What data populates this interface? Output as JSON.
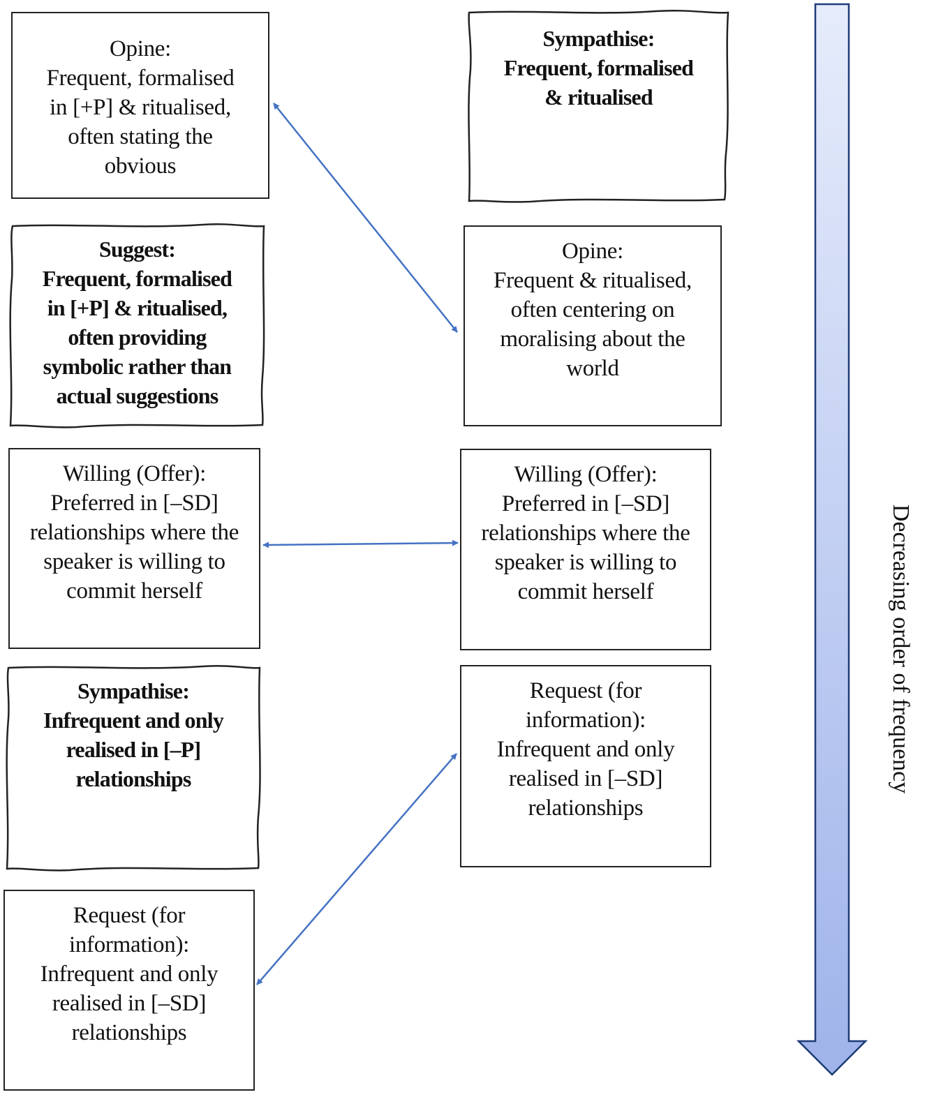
{
  "nodes": [
    {
      "id": "left_opine",
      "style": "plain",
      "text": "Opine:\nFrequent, formalised\nin [+P] & ritualised,\noften stating the\nobvious"
    },
    {
      "id": "left_suggest",
      "style": "wavy-bold",
      "text": "Suggest:\nFrequent, formalised\nin [+P] & ritualised,\noften providing\nsymbolic rather than\nactual suggestions"
    },
    {
      "id": "left_willing",
      "style": "plain",
      "text": "Willing (Offer):\nPreferred in [–SD]\nrelationships where the\nspeaker is willing to\ncommit herself"
    },
    {
      "id": "left_sympathise",
      "style": "wavy-bold",
      "text": "Sympathise:\nInfrequent and only\nrealised in [–P]\nrelationships"
    },
    {
      "id": "left_request",
      "style": "plain",
      "text": "Request (for\ninformation):\nInfrequent and only\nrealised in [–SD]\nrelationships"
    },
    {
      "id": "right_sympathise",
      "style": "wavy-bold",
      "text": "Sympathise:\nFrequent, formalised\n& ritualised"
    },
    {
      "id": "right_opine",
      "style": "plain",
      "text": "Opine:\nFrequent & ritualised,\noften centering on\nmoralising about the\nworld"
    },
    {
      "id": "right_willing",
      "style": "plain",
      "text": "Willing (Offer):\nPreferred in [–SD]\nrelationships where the\nspeaker is willing to\ncommit herself"
    },
    {
      "id": "right_request",
      "style": "plain",
      "text": "Request (for\ninformation):\nInfrequent and only\nrealised in [–SD]\nrelationships"
    }
  ],
  "connectors": [
    {
      "from": "left_opine",
      "to": "right_opine",
      "type": "double-arrow"
    },
    {
      "from": "left_willing",
      "to": "right_willing",
      "type": "double-arrow"
    },
    {
      "from": "left_request",
      "to": "right_request",
      "type": "double-arrow"
    }
  ],
  "axis": {
    "label": "Decreasing order of frequency",
    "direction": "down",
    "gradient_top": "#e6ecfb",
    "gradient_bottom": "#9fb3ea"
  },
  "colors": {
    "connector": "#4472c4",
    "box_border": "#222222",
    "axis_border": "#1f3a78"
  }
}
